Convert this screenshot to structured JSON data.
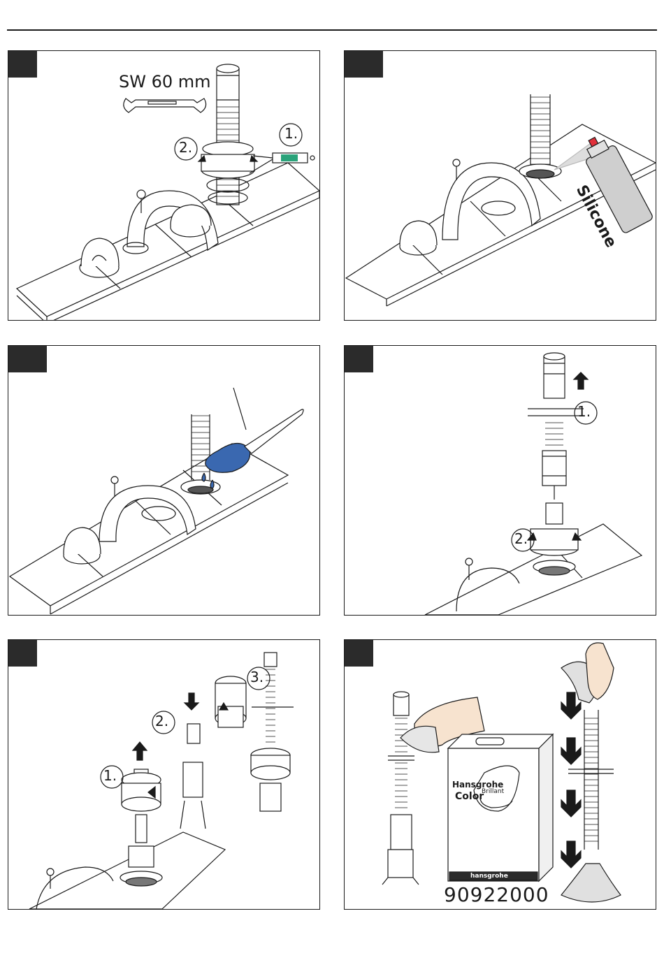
{
  "steps": [
    {
      "wrench_label": "SW 60 mm",
      "callouts": [
        "1.",
        "2."
      ]
    },
    {
      "spray_label": "Silicone"
    },
    {},
    {
      "callouts": [
        "1.",
        "2."
      ]
    },
    {
      "callouts": [
        "1.",
        "2.",
        "3."
      ]
    },
    {
      "box_brand": "Hansgrohe",
      "box_title": "Color",
      "box_subtitle": "Brillant",
      "box_footer": "hansgrohe",
      "product_code": "90922000"
    }
  ],
  "colors": {
    "ink": "#1a1a1a",
    "tab": "#2b2b2b",
    "grease": "#3a68b0",
    "spray_cap": "#e0303a",
    "tube_green": "#2aa37a"
  }
}
